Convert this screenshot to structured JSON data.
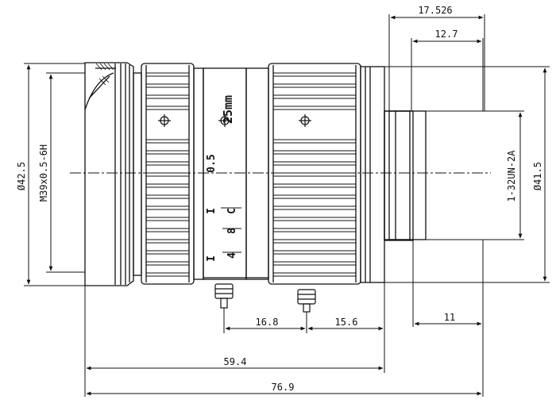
{
  "drawing": {
    "dimensions": {
      "d_17_526": "17.526",
      "d_12_7": "12.7",
      "d_16_8": "16.8",
      "d_15_6": "15.6",
      "d_11": "11",
      "d_59_4": "59.4",
      "d_76_9": "76.9",
      "dia_42_5": "Ø42.5",
      "dia_41_5": "Ø41.5"
    },
    "threads": {
      "front": "M39x0.5-6H",
      "mount": "1-32UN-2A"
    },
    "lens_markings": {
      "focal_length": "25mm",
      "aperture_0_5": "0.5",
      "aperture_c": "C",
      "aperture_8": "8",
      "aperture_4": "4",
      "tick_1": "I",
      "tick_2": "I"
    }
  }
}
